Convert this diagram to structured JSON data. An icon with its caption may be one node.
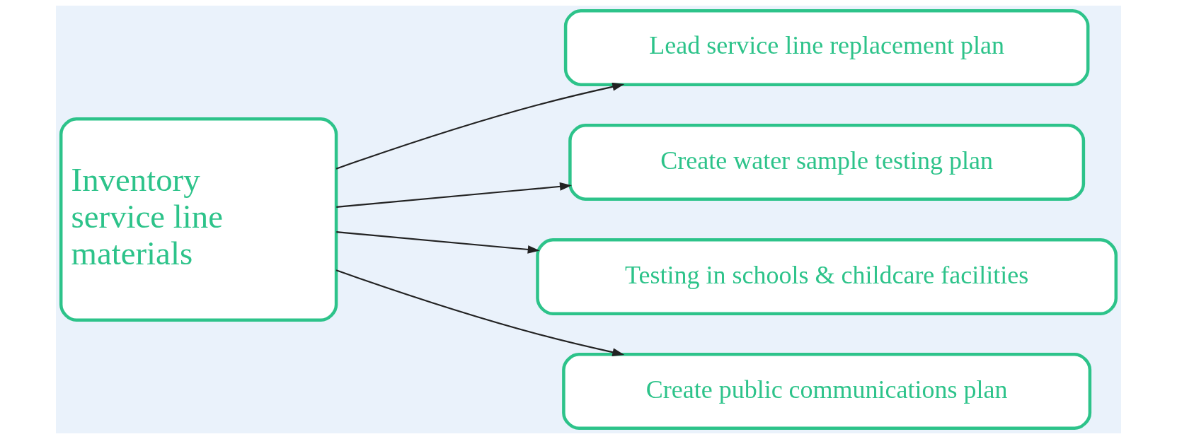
{
  "diagram": {
    "nodes": [
      {
        "text": [
          "Inventory service line materials"
        ]
      },
      {
        "text": [
          "Lead service line replacement plan"
        ]
      },
      {
        "text": [
          "Create water sample testing plan"
        ]
      },
      {
        "text": [
          "Testing in schools & childcare facilities"
        ]
      },
      {
        "text": [
          "Create public communications plan"
        ]
      }
    ],
    "edges": [
      {
        "from": 0,
        "to": 1,
        "arrow": "to"
      },
      {
        "from": 0,
        "to": 2,
        "arrow": "to"
      },
      {
        "from": 0,
        "to": 3,
        "arrow": "to"
      },
      {
        "from": 0,
        "to": 4,
        "arrow": "to"
      }
    ]
  }
}
